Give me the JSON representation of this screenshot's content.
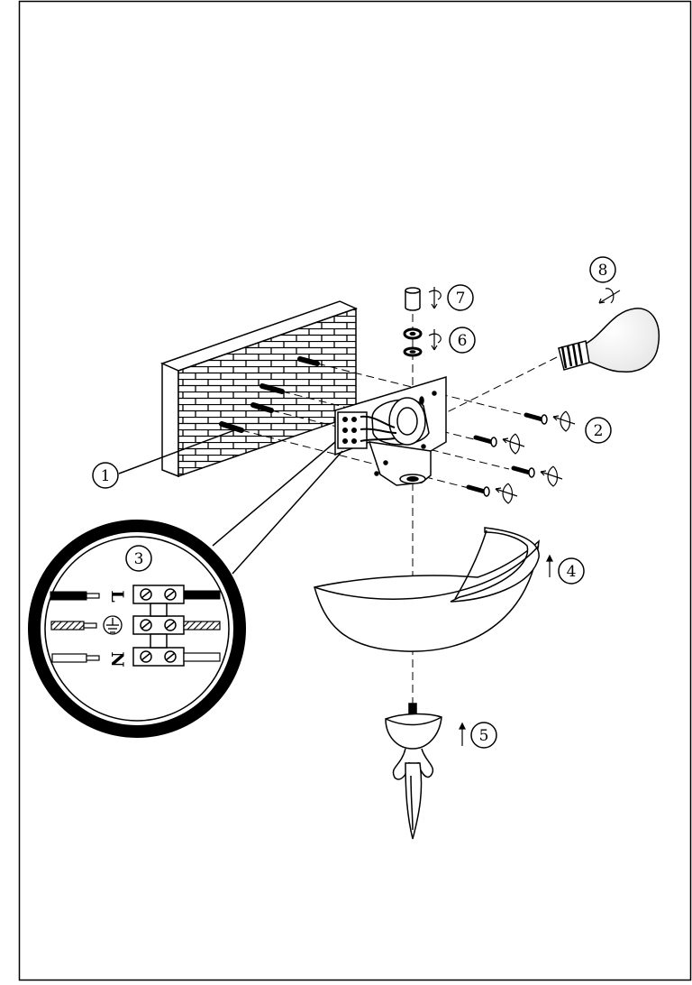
{
  "callouts": [
    {
      "id": "1",
      "label": "1"
    },
    {
      "id": "2",
      "label": "2"
    },
    {
      "id": "3",
      "label": "3"
    },
    {
      "id": "4",
      "label": "4"
    },
    {
      "id": "5",
      "label": "5"
    },
    {
      "id": "6",
      "label": "6"
    },
    {
      "id": "7",
      "label": "7"
    },
    {
      "id": "8",
      "label": "8"
    }
  ],
  "wiring": {
    "terminal_live": "L",
    "terminal_neutral": "N",
    "terminal_earth_symbol": "earth-ground-icon"
  },
  "colors": {
    "ink": "#000000",
    "paper": "#ffffff"
  }
}
